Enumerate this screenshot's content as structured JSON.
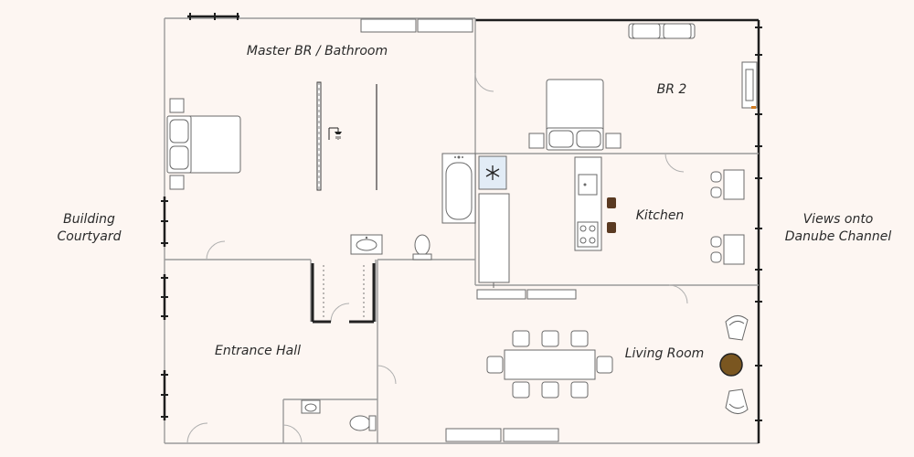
{
  "rooms": {
    "master": "Master BR / Bathroom",
    "br2": "BR 2",
    "kitchen": "Kitchen",
    "entrance": "Entrance Hall",
    "living": "Living Room"
  },
  "outside": {
    "left_line1": "Building",
    "left_line2": "Courtyard",
    "right_line1": "Views onto",
    "right_line2": "Danube Channel"
  },
  "colors": {
    "background": "#fdf6f2",
    "wall": "#9a9a9a",
    "outer_wall": "#1e1e1e",
    "fixture": "#ffffff",
    "fixture_stroke": "#6a6a6a",
    "planter": "#7a5620",
    "stool": "#5a3a22",
    "fridge": "#e2ecf6"
  },
  "icons": {
    "shower": "shower-icon",
    "fridge": "snowflake-icon"
  }
}
